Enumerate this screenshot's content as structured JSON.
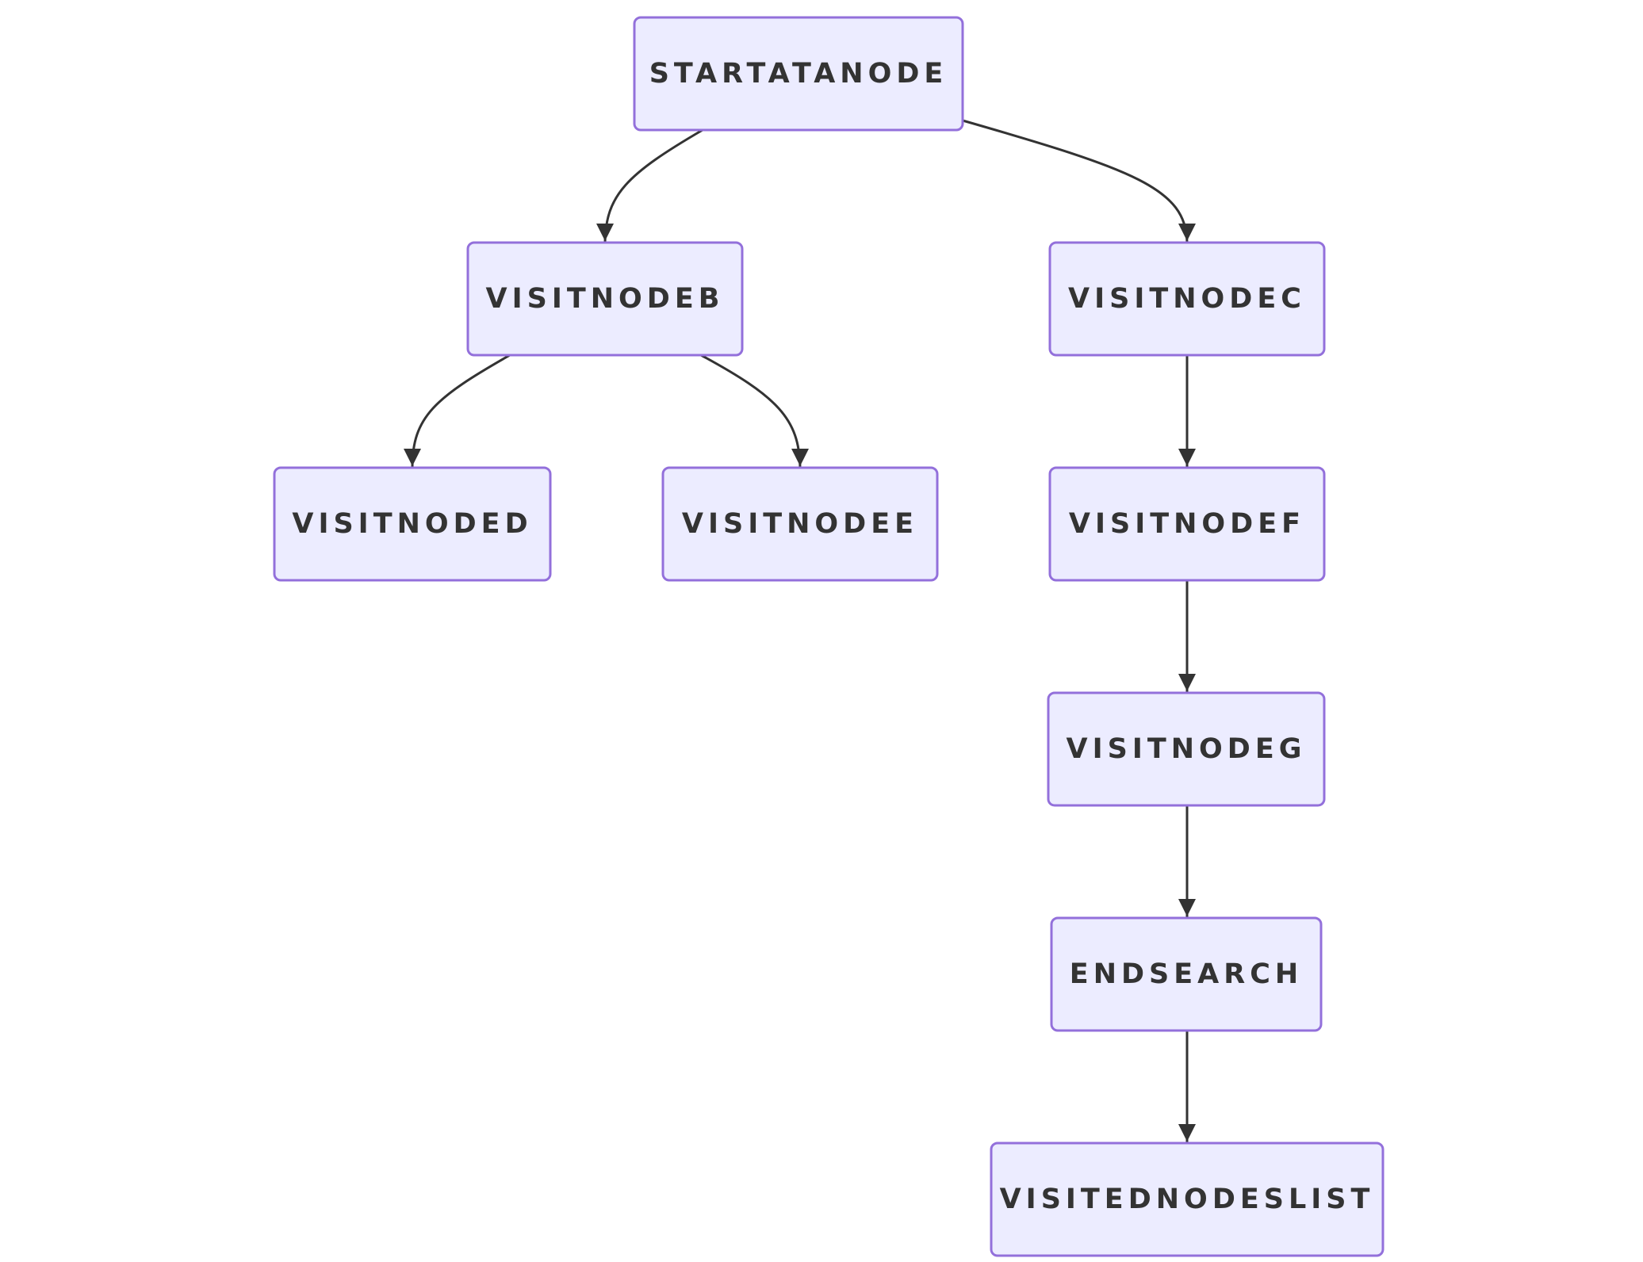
{
  "diagram": {
    "type": "flowchart",
    "direction": "top-down",
    "nodes": [
      {
        "id": "A",
        "label": "STARTATANODE"
      },
      {
        "id": "B",
        "label": "VISITNODEB"
      },
      {
        "id": "C",
        "label": "VISITNODEC"
      },
      {
        "id": "D",
        "label": "VISITNODED"
      },
      {
        "id": "E",
        "label": "VISITNODEE"
      },
      {
        "id": "F",
        "label": "VISITNODEF"
      },
      {
        "id": "G",
        "label": "VISITNODEG"
      },
      {
        "id": "H",
        "label": "ENDSEARCH"
      },
      {
        "id": "I",
        "label": "VISITEDNODESLIST"
      }
    ],
    "edges": [
      {
        "from": "A",
        "to": "B"
      },
      {
        "from": "A",
        "to": "C"
      },
      {
        "from": "B",
        "to": "D"
      },
      {
        "from": "B",
        "to": "E"
      },
      {
        "from": "C",
        "to": "F"
      },
      {
        "from": "F",
        "to": "G"
      },
      {
        "from": "G",
        "to": "H"
      },
      {
        "from": "H",
        "to": "I"
      }
    ],
    "colors": {
      "node_fill": "#ececff",
      "node_stroke": "#9370db",
      "text": "#333333",
      "edge": "#333333"
    }
  }
}
